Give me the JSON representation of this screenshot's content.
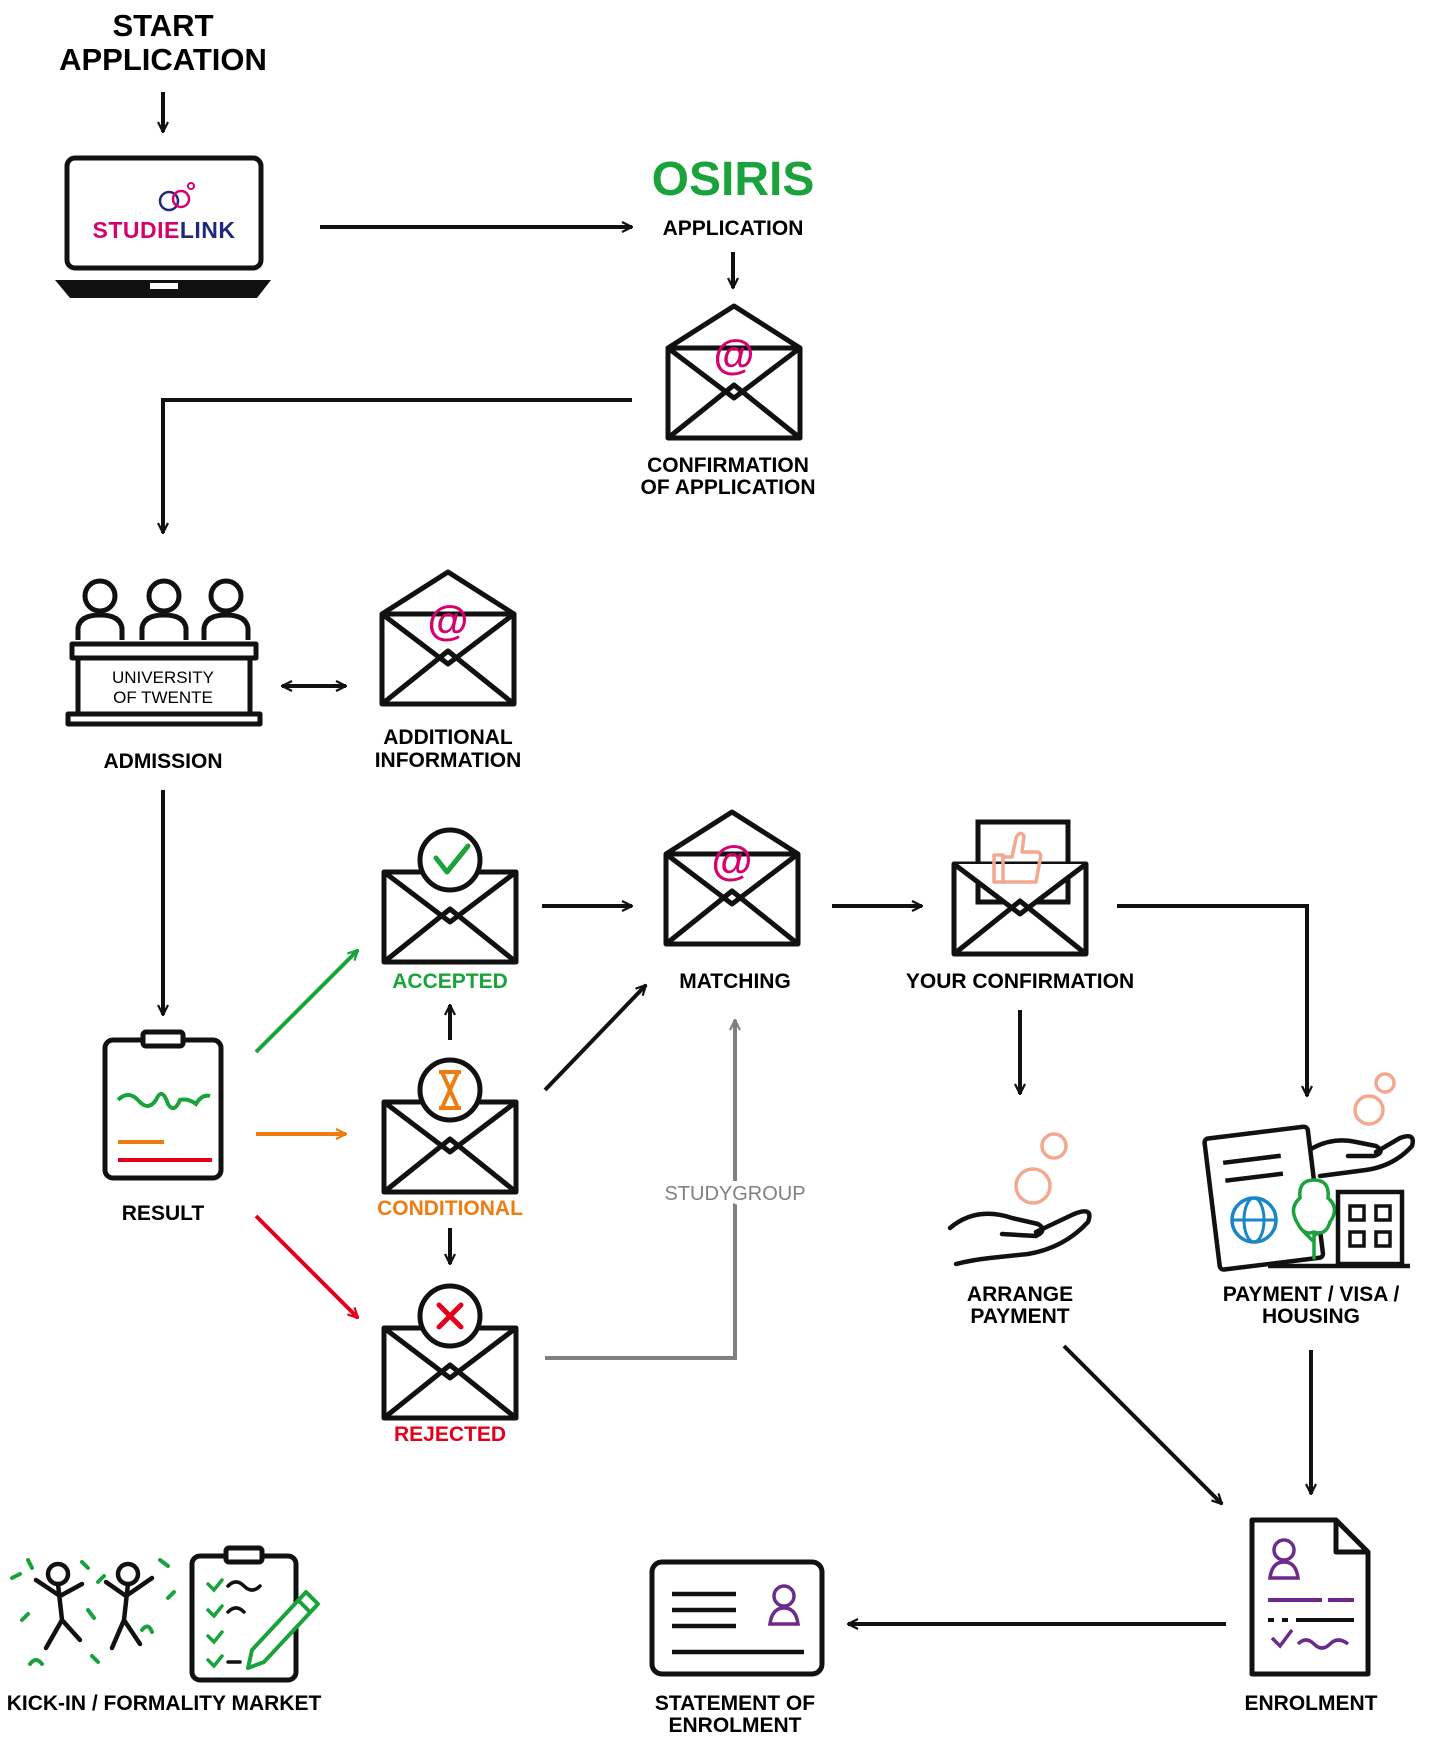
{
  "title": [
    "START",
    "APPLICATION"
  ],
  "studielink": {
    "part1": "STUDIE",
    "part2": "LINK"
  },
  "osiris": {
    "brand": "OSIRIS",
    "label": "APPLICATION"
  },
  "confirmation_of_application": [
    "CONFIRMATION",
    "OF APPLICATION"
  ],
  "admission": {
    "desk_line1": "UNIVERSITY",
    "desk_line2": "OF TWENTE",
    "label": "ADMISSION"
  },
  "additional_information": [
    "ADDITIONAL",
    "INFORMATION"
  ],
  "result": "RESULT",
  "accepted": "ACCEPTED",
  "conditional": "CONDITIONAL",
  "rejected": "REJECTED",
  "matching": "MATCHING",
  "studygroup": "STUDYGROUP",
  "your_confirmation": "YOUR CONFIRMATION",
  "arrange_payment": [
    "ARRANGE",
    "PAYMENT"
  ],
  "payment_visa_housing": [
    "PAYMENT / VISA /",
    "HOUSING"
  ],
  "enrolment": "ENROLMENT",
  "statement_of_enrolment": [
    "STATEMENT OF",
    "ENROLMENT"
  ],
  "kick_in": "KICK-IN / FORMALITY MARKET",
  "colors": {
    "ink": "#111111",
    "green": "#1aa33c",
    "orange": "#ee7d11",
    "red": "#e2001a",
    "magenta": "#d6006f",
    "navy": "#1e2a78",
    "purple": "#6b2a8c",
    "blue": "#1a86c8",
    "peach": "#f3a98f",
    "gray": "#808080"
  }
}
